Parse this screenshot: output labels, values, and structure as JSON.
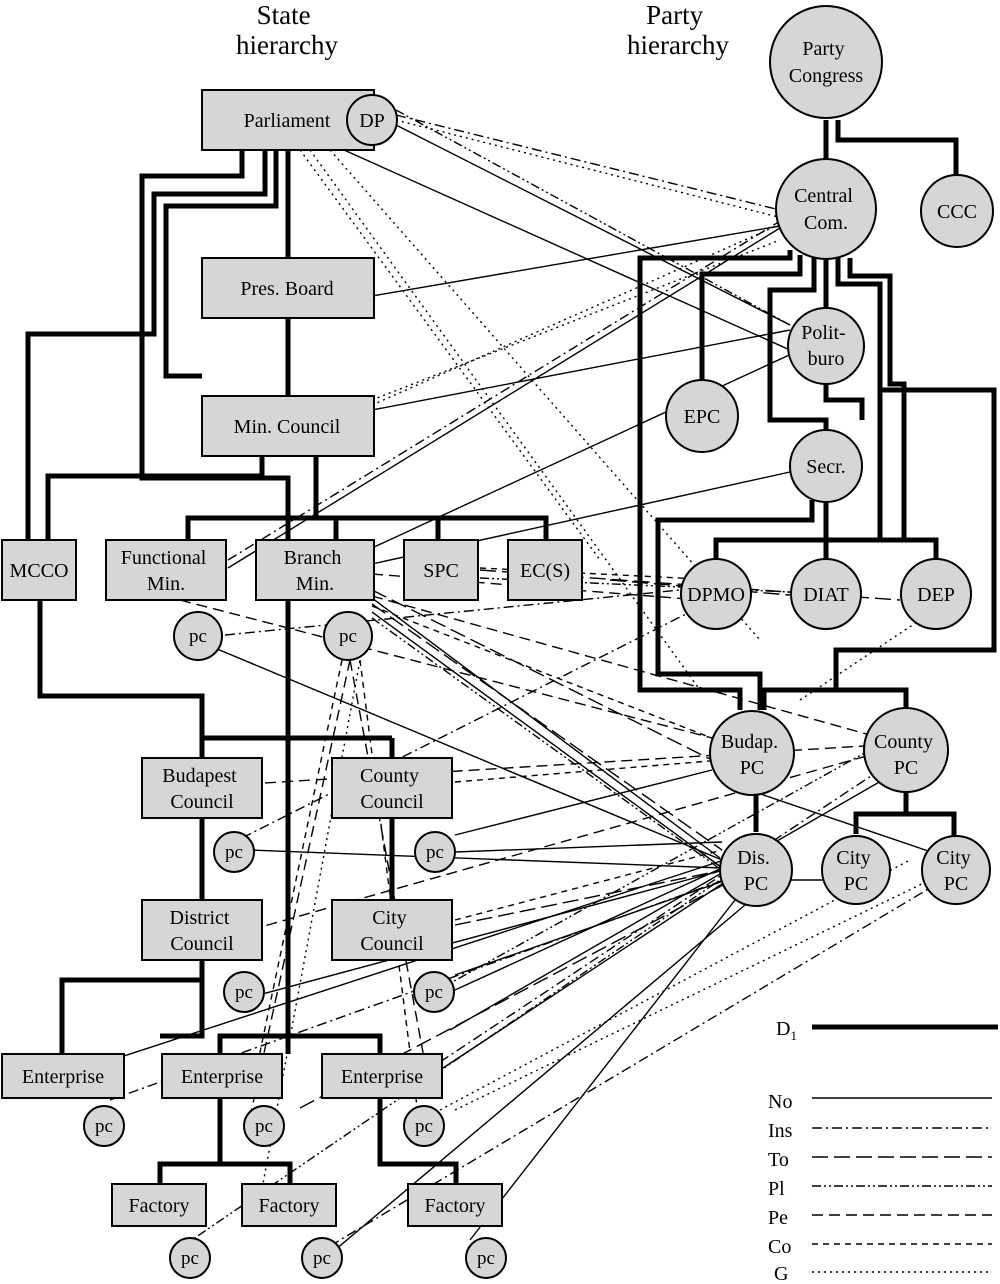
{
  "headings": {
    "state": [
      "State",
      "hierarchy"
    ],
    "party": [
      "Party",
      "hierarchy"
    ]
  },
  "nodes": {
    "parliament": "Parliament",
    "dp": "DP",
    "pres_board": "Pres. Board",
    "min_council": "Min. Council",
    "mcco": "MCCO",
    "functional_min": [
      "Functional",
      "Min."
    ],
    "branch_min": [
      "Branch",
      "Min."
    ],
    "spc": "SPC",
    "ec_s": "EC(S)",
    "budapest_council": [
      "Budapest",
      "Council"
    ],
    "county_council": [
      "County",
      "Council"
    ],
    "district_council": [
      "District",
      "Council"
    ],
    "city_council": [
      "City",
      "Council"
    ],
    "enterprise": "Enterprise",
    "factory": "Factory",
    "pc": "pc",
    "party_congress": [
      "Party",
      "Congress"
    ],
    "central_com": [
      "Central",
      "Com."
    ],
    "ccc": "CCC",
    "politburo": [
      "Polit-",
      "buro"
    ],
    "epc": "EPC",
    "secr": "Secr.",
    "dpmo": "DPMO",
    "diat": "DIAT",
    "dep": "DEP",
    "budap_pc": [
      "Budap.",
      "PC"
    ],
    "county_pc": [
      "County",
      "PC"
    ],
    "dis_pc": [
      "Dis.",
      "PC"
    ],
    "city_pc": [
      "City",
      "PC"
    ]
  },
  "legend": {
    "d1": {
      "label": "D",
      "sub": "1"
    },
    "items": [
      "No",
      "Ins",
      "To",
      "Pl",
      "Pe",
      "Co",
      "G"
    ]
  }
}
